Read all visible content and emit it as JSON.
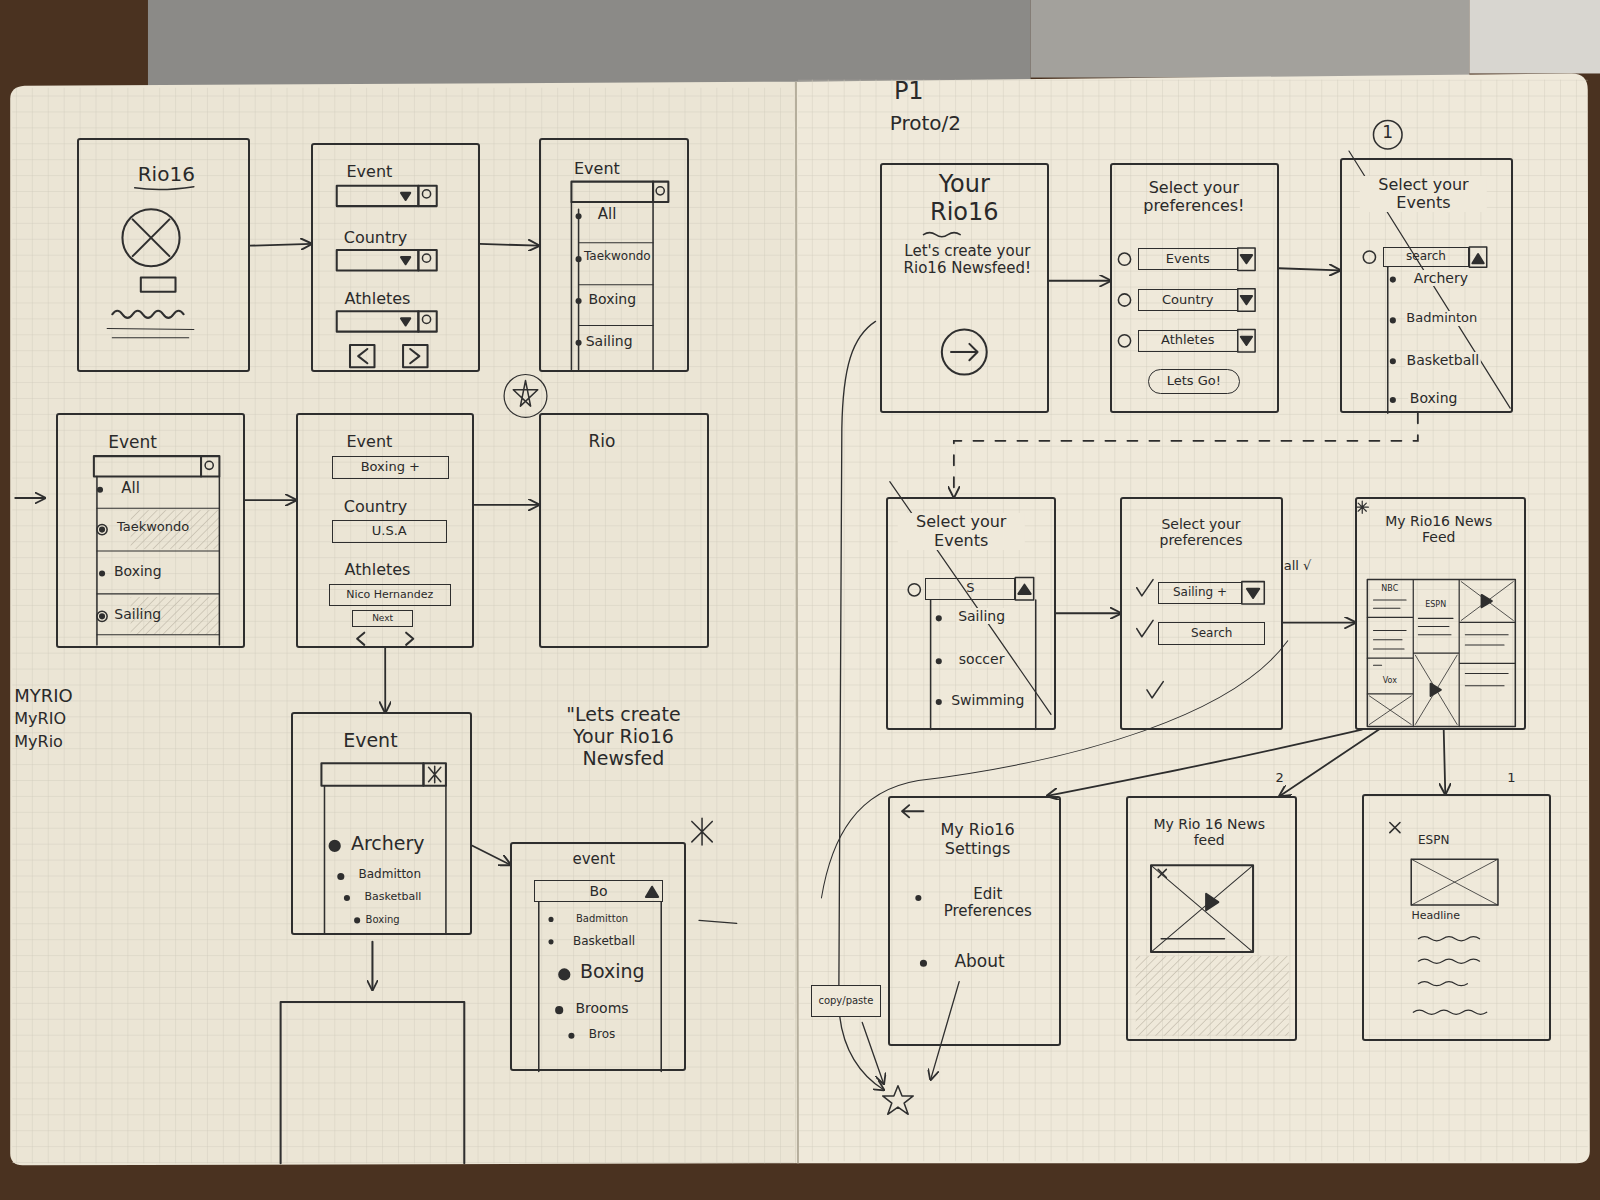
{
  "diagram": {
    "nodes": [
      {
        "text": [
          "Rio16"
        ]
      },
      {
        "text": [
          "Event",
          "Country",
          "Athletes"
        ]
      },
      {
        "text": [
          "Event",
          "All",
          "Taekwondo",
          "Boxing",
          "Sailing"
        ]
      },
      {
        "text": [
          "Event",
          "All",
          "Taekwondo",
          "Boxing",
          "Sailing"
        ]
      },
      {
        "text": [
          "Event",
          "Country",
          "Athletes"
        ]
      },
      {
        "text": [
          "Boxing +"
        ],
        "in": 4
      },
      {
        "text": [
          "U.S.A"
        ],
        "in": 4
      },
      {
        "text": [
          "Nico Hernandez"
        ],
        "in": 4
      },
      {
        "text": [
          "Next"
        ],
        "in": 4
      },
      {
        "text": [
          "Rio"
        ]
      },
      {
        "text": [
          "Event",
          "Archery",
          "Badmitton",
          "Basketball",
          "Boxing"
        ]
      },
      {
        "text": [
          "event",
          "Badmitton",
          "Basketball",
          "Boxing",
          "Brooms",
          "Bros"
        ]
      },
      {
        "text": [
          "Bo"
        ],
        "in": 11
      },
      {
        "text": [
          "Your Rio16",
          "Let's create your Rio16 Newsfeed!"
        ]
      },
      {
        "text": [
          "Select your preferences!"
        ]
      },
      {
        "text": [
          "Events"
        ],
        "in": 14
      },
      {
        "text": [
          "Country"
        ],
        "in": 14
      },
      {
        "text": [
          "Athletes"
        ],
        "in": 14
      },
      {
        "text": [
          "Lets Go!"
        ],
        "in": 14
      },
      {
        "text": [
          "Select your Events",
          "Archery",
          "Badminton",
          "Basketball",
          "Boxing"
        ]
      },
      {
        "text": [
          "search"
        ],
        "in": 19
      },
      {
        "text": [
          "Select your Events",
          "Sailing",
          "soccer",
          "Swimming"
        ]
      },
      {
        "text": [
          "S"
        ],
        "in": 21
      },
      {
        "text": [
          "Select your preferences"
        ]
      },
      {
        "text": [
          "Sailing +"
        ],
        "in": 23
      },
      {
        "text": [
          "Search"
        ],
        "in": 23
      },
      {
        "text": [
          "My Rio16 News Feed",
          "NBC",
          "ESPN",
          "Vox"
        ]
      },
      {
        "text": [
          "My Rio16 Settings",
          "Edit Preferences",
          "About"
        ]
      },
      {
        "text": [
          "My Rio 16 News feed"
        ]
      },
      {
        "text": [
          "ESPN",
          "Headline"
        ]
      },
      {
        "text": [
          "copy/paste"
        ]
      }
    ],
    "edges": [
      {
        "from": 0,
        "to": 1,
        "arrow": "to"
      },
      {
        "from": 1,
        "to": 2,
        "arrow": "to"
      },
      {
        "from": 3,
        "to": 4,
        "arrow": "to"
      },
      {
        "from": 4,
        "to": 9,
        "arrow": "to"
      },
      {
        "from": 4,
        "to": 10,
        "arrow": "to"
      },
      {
        "from": 10,
        "to": 11,
        "arrow": "to"
      },
      {
        "from": 13,
        "to": 14,
        "arrow": "to"
      },
      {
        "from": 14,
        "to": 19,
        "arrow": "to"
      },
      {
        "from": 19,
        "to": 21,
        "arrow": "to"
      },
      {
        "from": 21,
        "to": 23,
        "arrow": "to"
      },
      {
        "from": 23,
        "to": 26,
        "arrow": "to"
      },
      {
        "from": 26,
        "to": 27,
        "arrow": "to"
      },
      {
        "from": 26,
        "to": 28,
        "arrow": "to"
      },
      {
        "from": 26,
        "to": 29,
        "arrow": "to"
      }
    ],
    "labels": [
      "MYRIO",
      "MyRIO",
      "MyRio",
      "\"Lets create Your Rio16 Newsfed",
      "P1",
      "Proto/2",
      "1",
      "all √",
      "2",
      "1"
    ]
  }
}
